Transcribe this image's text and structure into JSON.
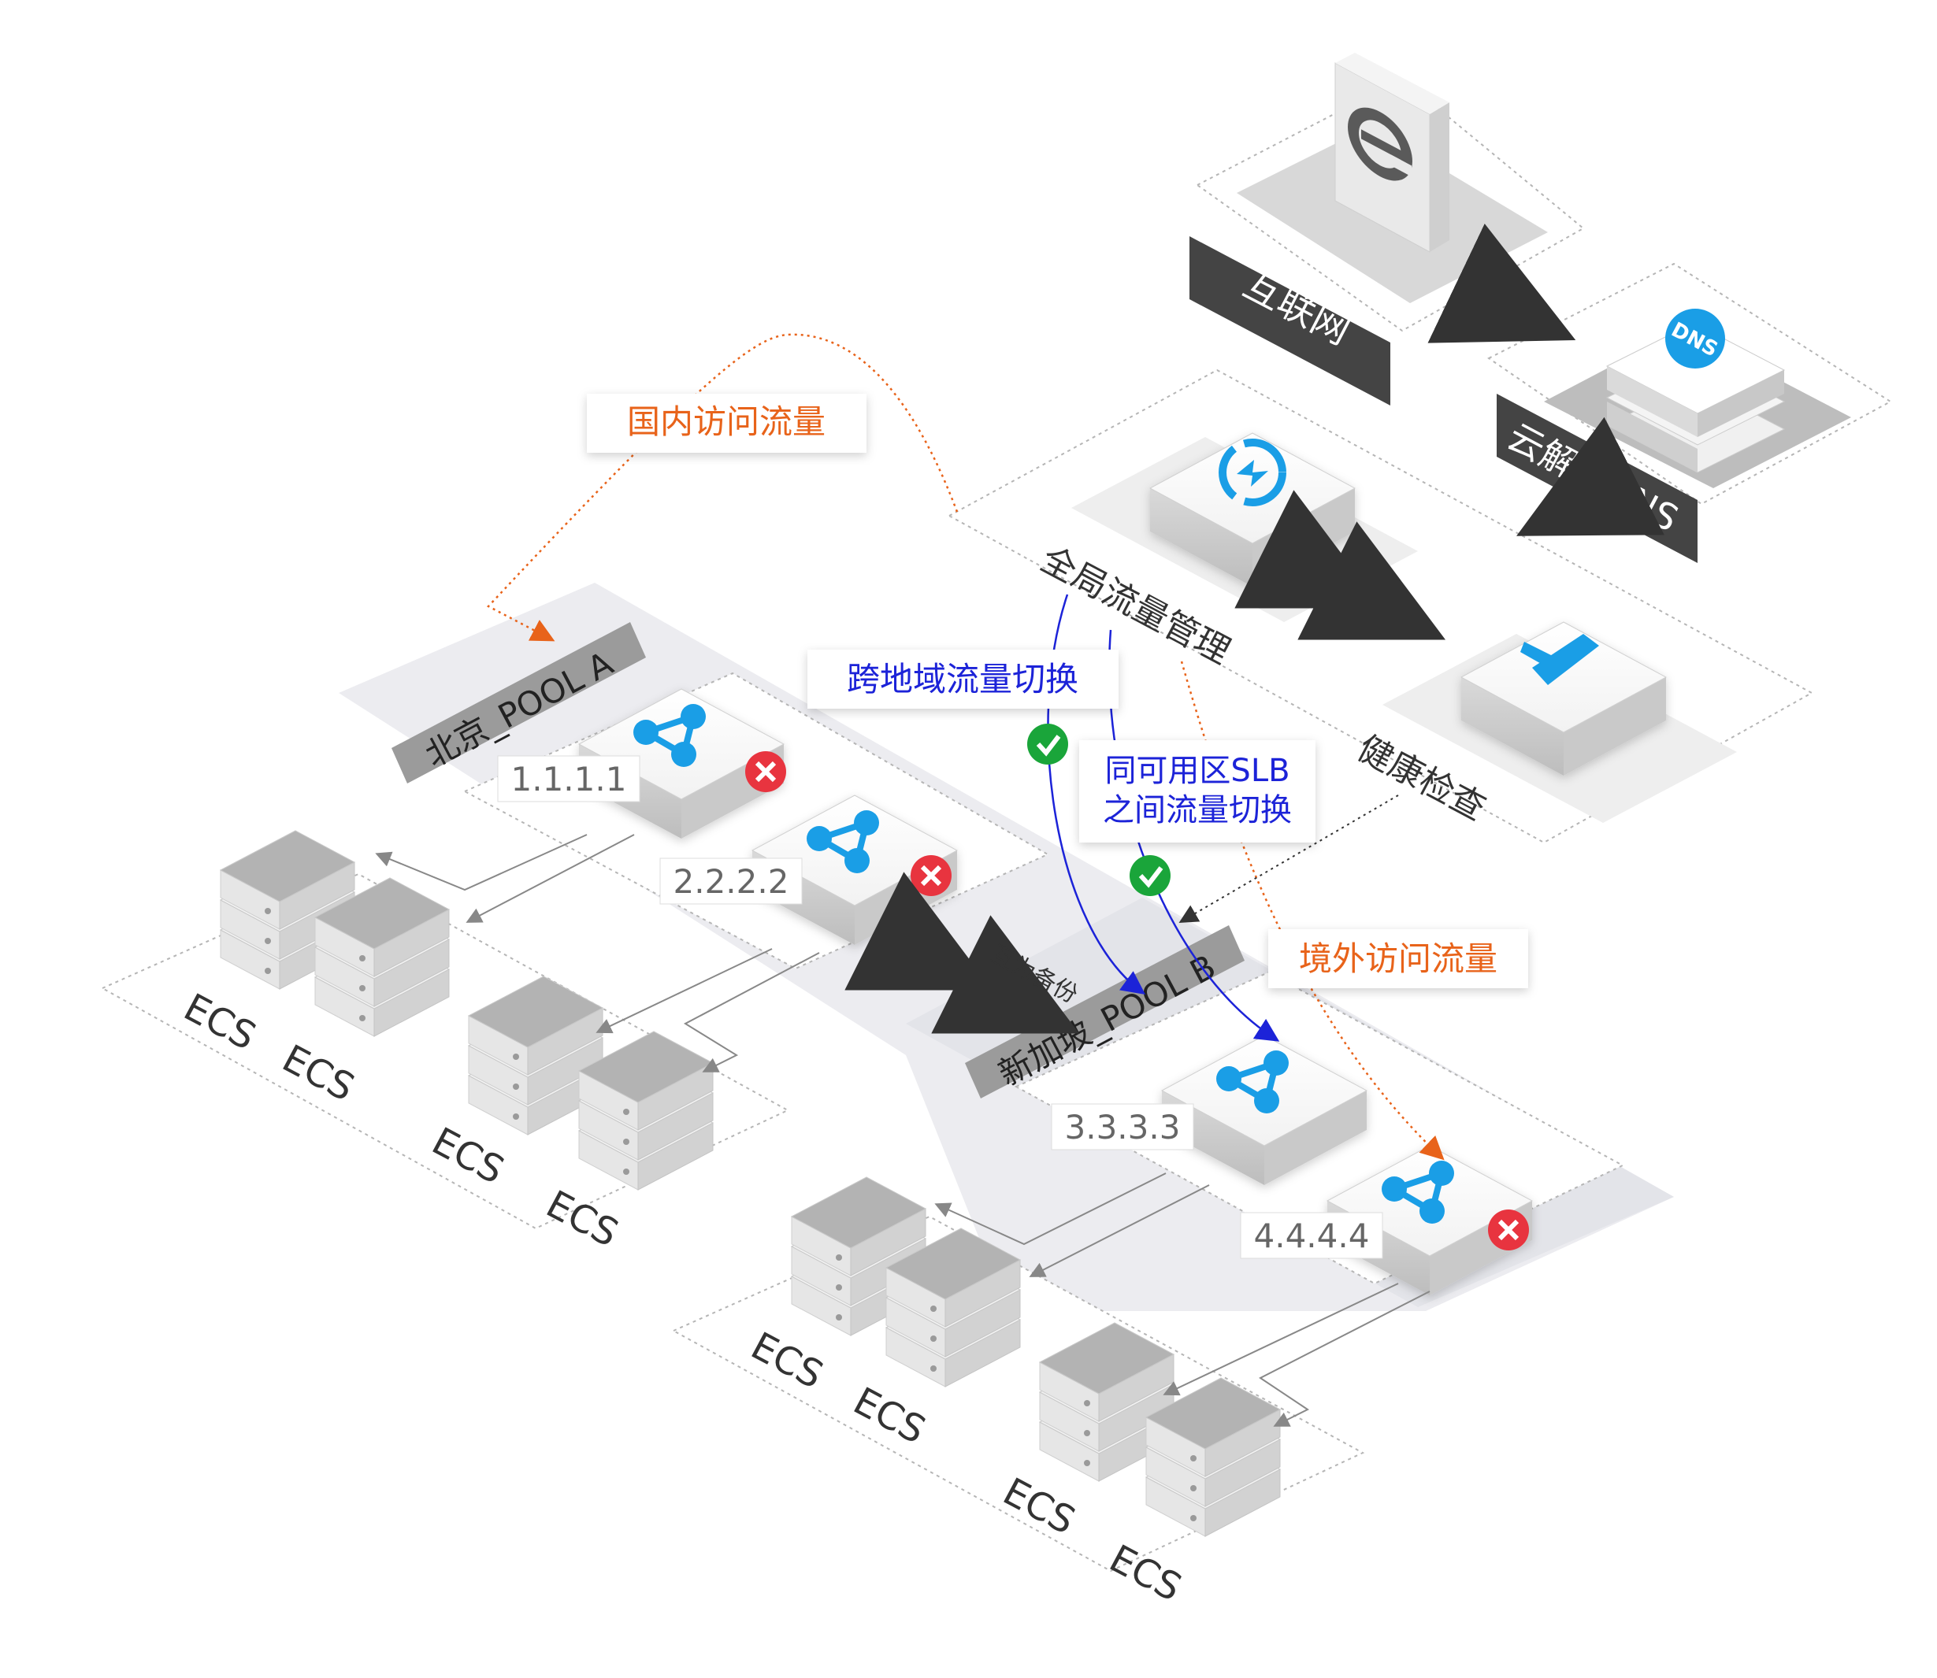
{
  "colors": {
    "accent_blue": "#1a9ee6",
    "callout_orange": "#e8631a",
    "callout_blue": "#1c23d8",
    "ok_green": "#1aa53a",
    "fail_red": "#e8343f",
    "banner_dark": "#444444",
    "banner_grey": "#9b9b9b"
  },
  "nodes": {
    "internet": {
      "label": "互联网",
      "icon": "ie-browser-icon"
    },
    "dns": {
      "label": "云解析DNS",
      "icon_text": "DNS",
      "icon": "dns-icon"
    },
    "gtm": {
      "label": "全局流量管理",
      "icon": "global-traffic-icon"
    },
    "health": {
      "label": "健康检查",
      "icon": "health-check-icon"
    }
  },
  "pools": {
    "a": {
      "label": "北京_POOL A",
      "slbs": [
        {
          "ip": "1.1.1.1",
          "status": "fail"
        },
        {
          "ip": "2.2.2.2",
          "status": "fail"
        }
      ]
    },
    "b": {
      "label": "新加坡_POOL B",
      "slbs": [
        {
          "ip": "3.3.3.3",
          "status": "ok"
        },
        {
          "ip": "4.4.4.4",
          "status": "fail"
        }
      ]
    }
  },
  "ecs_label": "ECS",
  "callouts": {
    "domestic": "国内访问流量",
    "overseas": "境外访问流量",
    "cross_region": "跨地域流量切换",
    "same_zone_line1": "同可用区SLB",
    "same_zone_line2": "之间流量切换",
    "mutual_backup": "互为备份"
  }
}
